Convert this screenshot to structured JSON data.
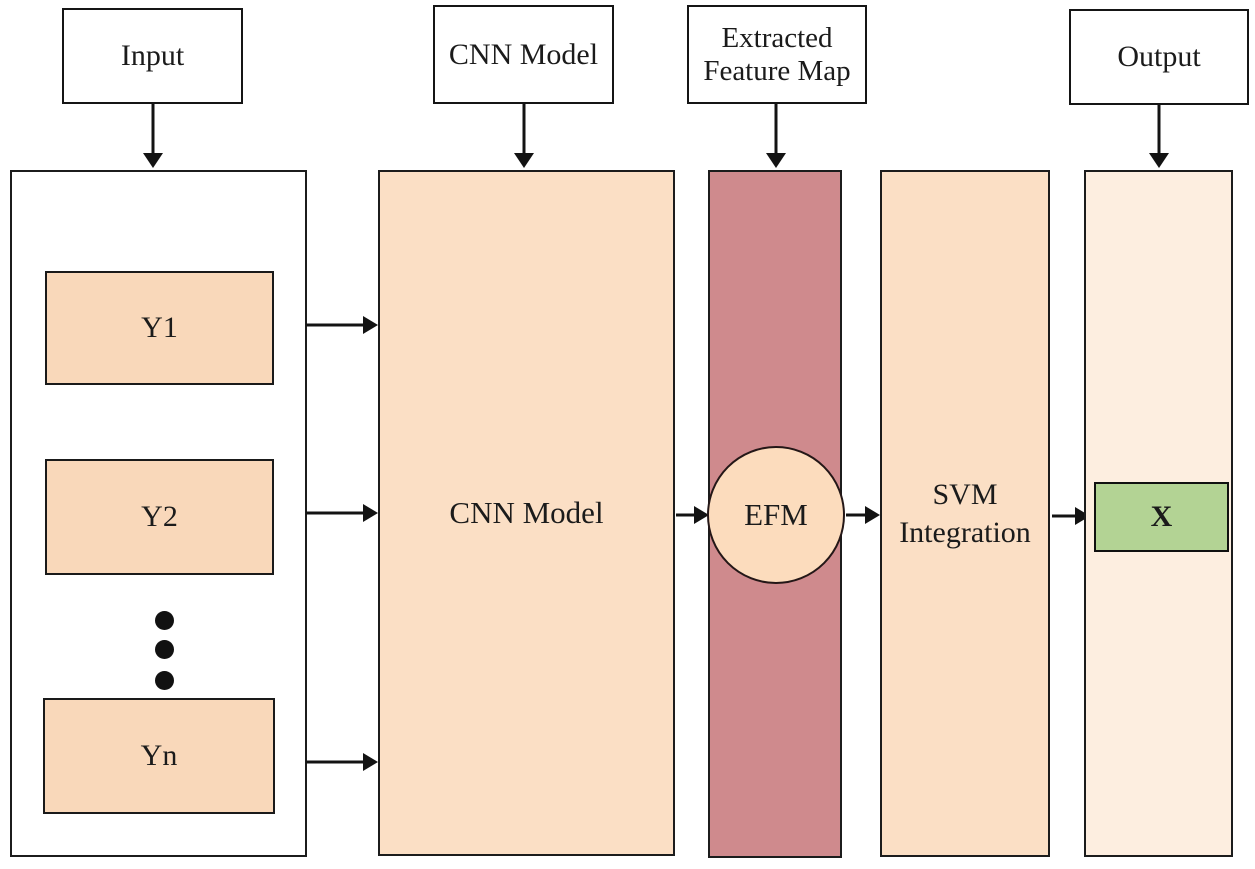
{
  "top_labels": {
    "input": "Input",
    "cnn": "CNN Model",
    "efm_line1": "Extracted",
    "efm_line2": "Feature Map",
    "output": "Output"
  },
  "main": {
    "input_boxes": [
      "Y1",
      "Y2",
      "Yn"
    ],
    "cnn_label": "CNN Model",
    "efm_circle_label": "EFM",
    "svm_line1": "SVM",
    "svm_line2": "Integration",
    "output_value": "X"
  },
  "colors": {
    "peach_col": "#fbdfc5",
    "peach_box": "#f9d8ba",
    "mauve": "#cf8a8d",
    "circle_fill": "#fcdcbd",
    "output_bg": "#fdeee0",
    "green": "#b3d394",
    "line": "#131313"
  }
}
